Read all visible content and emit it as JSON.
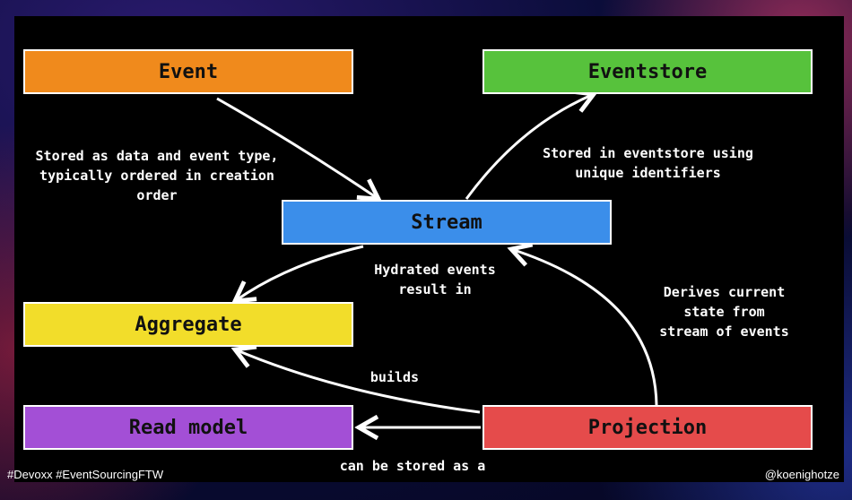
{
  "nodes": {
    "event": {
      "label": "Event",
      "color": "#f08a1c"
    },
    "eventstore": {
      "label": "Eventstore",
      "color": "#57c23c"
    },
    "stream": {
      "label": "Stream",
      "color": "#3b8eea"
    },
    "aggregate": {
      "label": "Aggregate",
      "color": "#f2dd2a"
    },
    "read_model": {
      "label": "Read model",
      "color": "#a34fd6"
    },
    "projection": {
      "label": "Projection",
      "color": "#e54b4b"
    }
  },
  "edges": {
    "event_to_stream": "Stored as data and event type,\ntypically ordered in creation\norder",
    "stream_to_eventstore": "Stored in eventstore using\nunique identifiers",
    "stream_to_aggregate": "Hydrated events\nresult in",
    "projection_to_stream": "Derives current\nstate from\nstream of events",
    "projection_to_aggregate": "builds",
    "projection_to_read_model": "can be stored as a"
  },
  "footer": {
    "hashtags": "#Devoxx #EventSourcingFTW",
    "handle": "@koenighotze"
  }
}
